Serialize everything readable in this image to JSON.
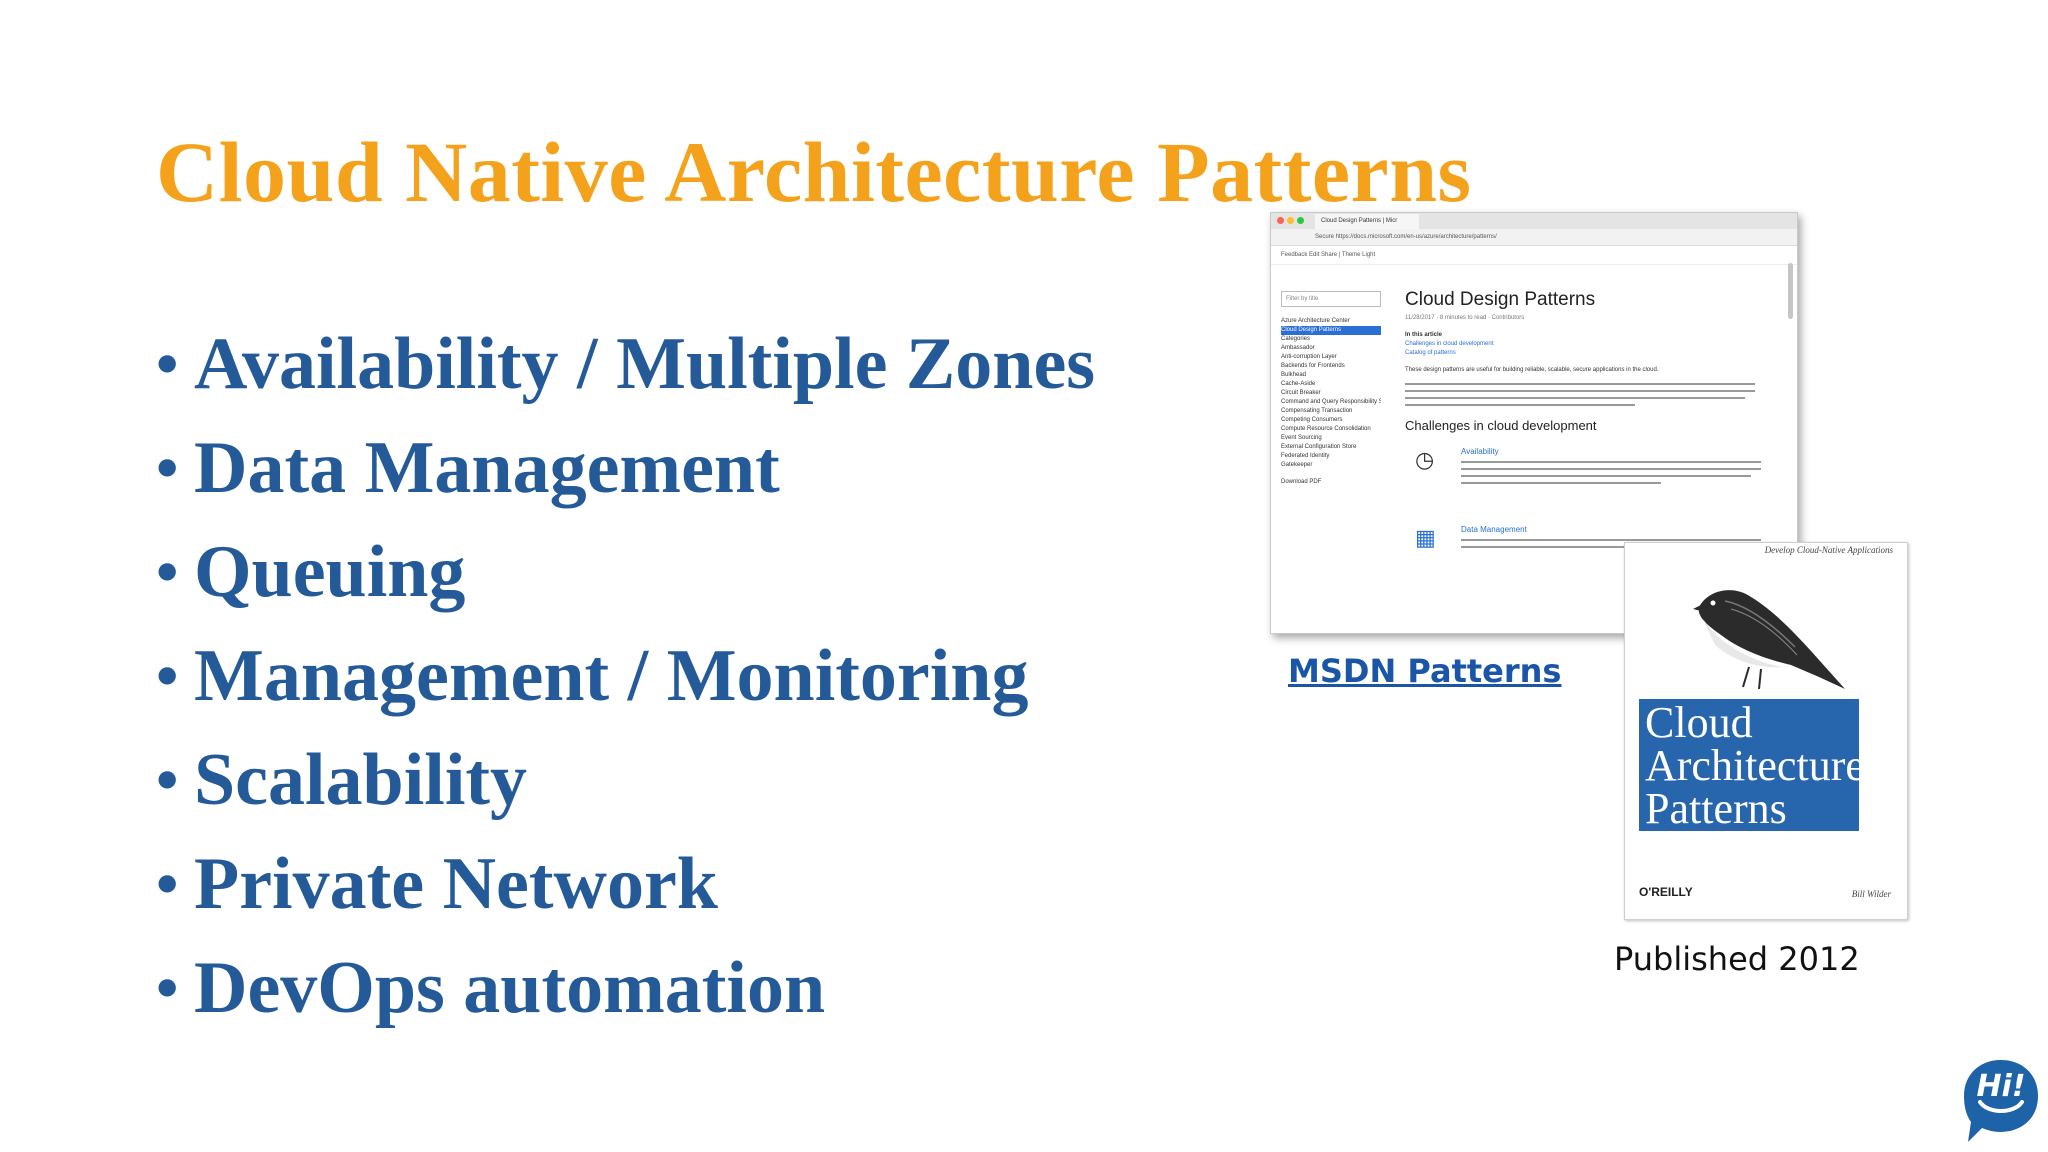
{
  "slide": {
    "title": "Cloud Native Architecture Patterns",
    "bullet_char": "•",
    "bullets": [
      "Availability / Multiple Zones",
      "Data Management",
      "Queuing",
      "Management / Monitoring",
      "Scalability",
      "Private Network",
      "DevOps automation"
    ]
  },
  "browser_screenshot": {
    "tab_title": "Cloud Design Patterns | Micr",
    "address": "Secure  https://docs.microsoft.com/en-us/azure/architecture/patterns/",
    "toolbar": "Feedback   Edit   Share   |   Theme  Light",
    "filter_placeholder": "Filter by title",
    "nav_items": [
      "Azure Architecture Center",
      "Cloud Design Patterns",
      "Categories",
      "Ambassador",
      "Anti-corruption Layer",
      "Backends for Frontends",
      "Bulkhead",
      "Cache-Aside",
      "Circuit Breaker",
      "Command and Query Responsibility Segregation (CQRS)",
      "Compensating Transaction",
      "Competing Consumers",
      "Compute Resource Consolidation",
      "Event Sourcing",
      "External Configuration Store",
      "Federated Identity",
      "Gatekeeper",
      "Download PDF"
    ],
    "page_title": "Cloud Design Patterns",
    "meta": "11/28/2017 · 8 minutes to read · Contributors",
    "in_this_article": "In this article",
    "article_links": [
      "Challenges in cloud development",
      "Catalog of patterns"
    ],
    "intro": "These design patterns are useful for building reliable, scalable, secure applications in the cloud.",
    "section_title": "Challenges in cloud development",
    "cards": [
      "Availability",
      "Data Management"
    ]
  },
  "links": {
    "msdn": "MSDN Patterns"
  },
  "book": {
    "subtitle": "Develop Cloud-Native Applications",
    "title_lines": [
      "Cloud",
      "Architecture",
      "Patterns"
    ],
    "publisher": "O'REILLY",
    "author": "Bill Wilder"
  },
  "caption": "Published 2012",
  "logo": {
    "text": "Hi!",
    "color": "#1e62a8"
  },
  "colors": {
    "title": "#f4a21c",
    "bullets": "#255a99",
    "link": "#1a55a8",
    "book_band": "#2766ad"
  }
}
